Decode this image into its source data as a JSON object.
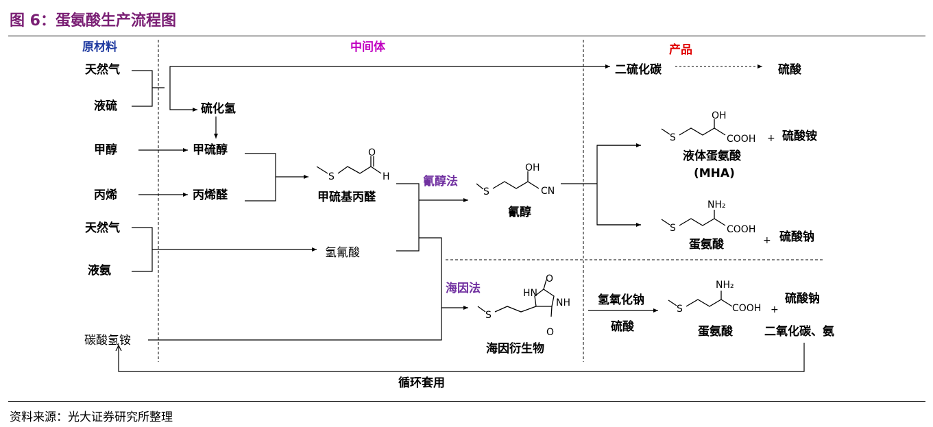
{
  "figure_title": "图 6：蛋氨酸生产流程图",
  "source": "资料来源：光大证券研究所整理",
  "columns": {
    "raw": "原材料",
    "intermediate": "中间体",
    "product": "产品"
  },
  "raw_materials": {
    "gas1": "天然气",
    "sulfur": "液硫",
    "methanol": "甲醇",
    "propylene": "丙烯",
    "gas2": "天然气",
    "ammonia": "液氨",
    "ammonium_bicarbonate": "碳酸氢铵"
  },
  "intermediates": {
    "h2s": "硫化氢",
    "methyl_mercaptan": "甲硫醇",
    "acrolein": "丙烯醛",
    "mmp": "甲硫基丙醛",
    "hcn": "氢氰酸",
    "cyanohydrin": "氰醇",
    "hydantoin": "海因衍生物"
  },
  "methods": {
    "cyanohydrin": "氰醇法",
    "hydantoin": "海因法"
  },
  "products": {
    "cs2": "二硫化碳",
    "sulfuric_acid": "硫酸",
    "liquid_met": "液体蛋氨酸",
    "mha": "(MHA)",
    "ammonium_sulfate": "硫酸铵",
    "met1": "蛋氨酸",
    "sodium_sulfate1": "硫酸钠",
    "met2": "蛋氨酸",
    "sodium_sulfate2": "硫酸钠",
    "co2_nh3": "二氧化碳、氨"
  },
  "reagents": {
    "naoh": "氢氧化钠",
    "acid": "硫酸"
  },
  "recycle": "循环套用",
  "plus": "+",
  "struct": {
    "S": "S",
    "H": "H",
    "O": "O",
    "OH": "OH",
    "CN": "CN",
    "COOH": "COOH",
    "NH2": "NH₂",
    "HN": "HN",
    "NH": "NH"
  }
}
